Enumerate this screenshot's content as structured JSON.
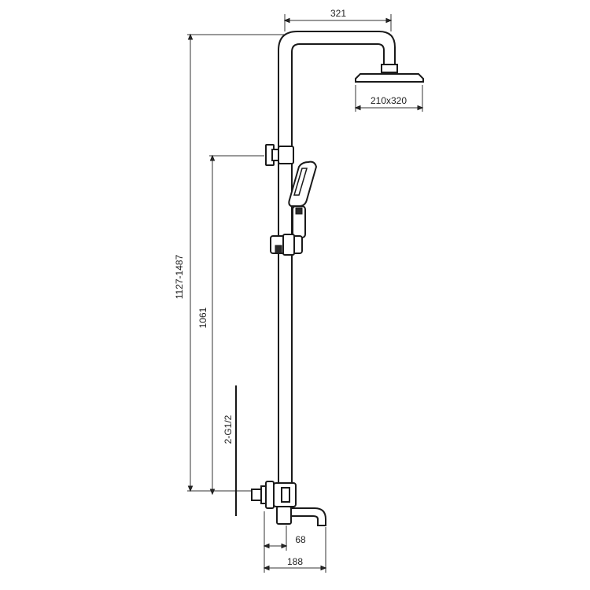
{
  "dimensions": {
    "arm_reach": "321",
    "head_size": "210x320",
    "total_height": "1127-1487",
    "outlet_height": "1061",
    "inlet_spec": "2-G1/2",
    "spout_offset": "68",
    "spout_length": "188"
  },
  "colors": {
    "line": "#1a1a1a",
    "background": "#ffffff"
  }
}
